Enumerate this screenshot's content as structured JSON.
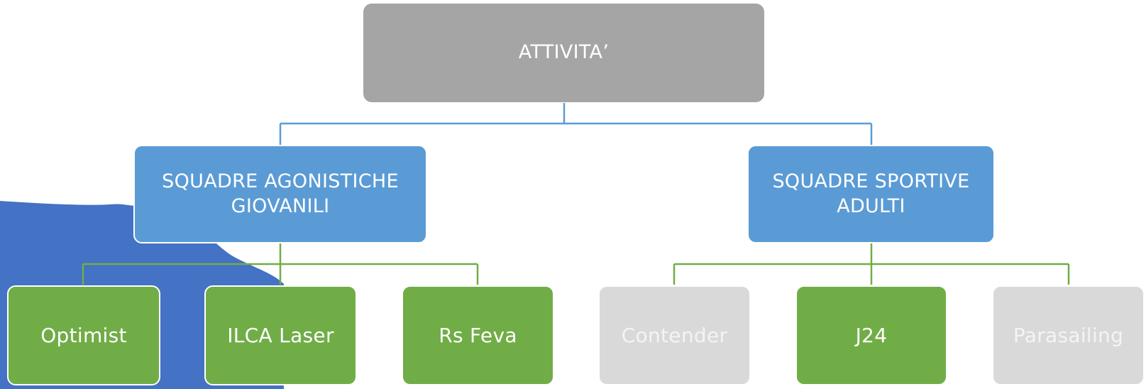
{
  "colors": {
    "root": "#a5a5a5",
    "level2": "#5b9bd5",
    "leaf_active": "#70ad47",
    "leaf_inactive": "#d9d9d9",
    "connector_level1": "#5b9bd5",
    "connector_level2": "#70ad47",
    "background_shape": "#4472c4"
  },
  "root": {
    "label": "ATTIVITA’"
  },
  "groups": [
    {
      "label_line1": "SQUADRE AGONISTICHE",
      "label_line2": "GIOVANILI",
      "children": [
        {
          "label": "Optimist",
          "status": "active"
        },
        {
          "label": "ILCA Laser",
          "status": "active"
        },
        {
          "label": "Rs Feva",
          "status": "active"
        }
      ]
    },
    {
      "label_line1": "SQUADRE SPORTIVE",
      "label_line2": "ADULTI",
      "children": [
        {
          "label": "Contender",
          "status": "inactive"
        },
        {
          "label": "J24",
          "status": "active"
        },
        {
          "label": "Parasailing",
          "status": "inactive"
        }
      ]
    }
  ]
}
